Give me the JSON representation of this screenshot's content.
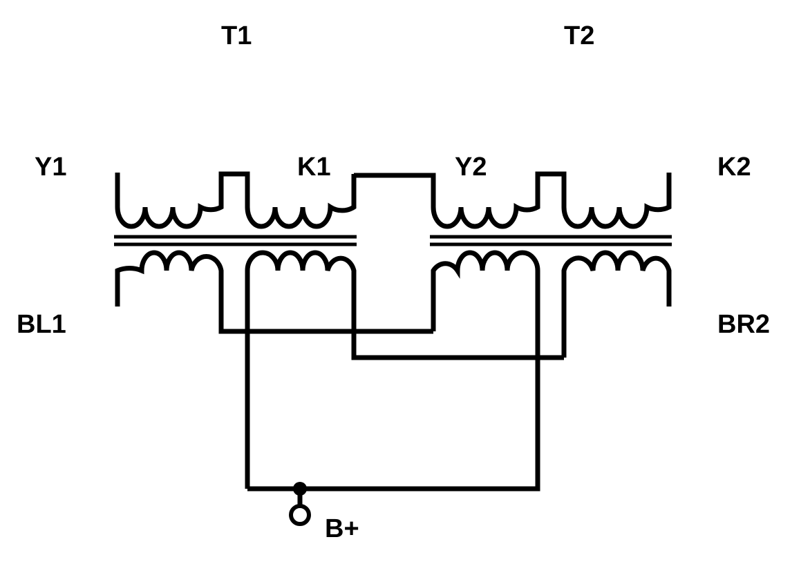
{
  "colors": {
    "ink": "#000000",
    "background": "#ffffff"
  },
  "labels": {
    "t1": "T1",
    "t2": "T2",
    "y1": "Y1",
    "k1": "K1",
    "y2": "Y2",
    "k2": "K2",
    "bl1": "BL1",
    "br2": "BR2",
    "bplus": "B+"
  }
}
